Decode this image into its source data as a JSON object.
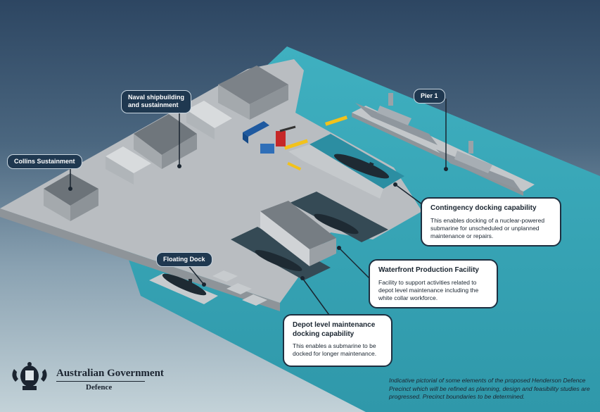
{
  "labels": {
    "naval_shipbuilding": "Naval shipbuilding\nand sustainment",
    "collins": "Collins Sustainment",
    "pier1": "Pier 1",
    "floating_dock": "Floating Dock"
  },
  "callouts": {
    "contingency": {
      "title": "Contingency docking capability",
      "body": "This enables docking of a nuclear-powered\nsubmarine for unscheduled or unplanned\nmaintenance or repairs."
    },
    "waterfront": {
      "title": "Waterfront Production Facility",
      "body": "Facility to support activities related to\ndepot level maintenance including the\nwhite collar workforce."
    },
    "depot": {
      "title": "Depot level maintenance\ndocking capability",
      "body": "This enables a submarine to be\ndocked for longer maintenance."
    }
  },
  "branding": {
    "government": "Australian Government",
    "department": "Defence"
  },
  "disclaimer": "Indicative pictorial of some elements of the proposed Henderson Defence Precinct which will be refined as planning, design and feasibility studies are progressed. Precinct boundaries to be determined.",
  "colors": {
    "water": "#3ea8b8",
    "quay": "#b5b9bd",
    "label_bg": "#1f3850"
  }
}
